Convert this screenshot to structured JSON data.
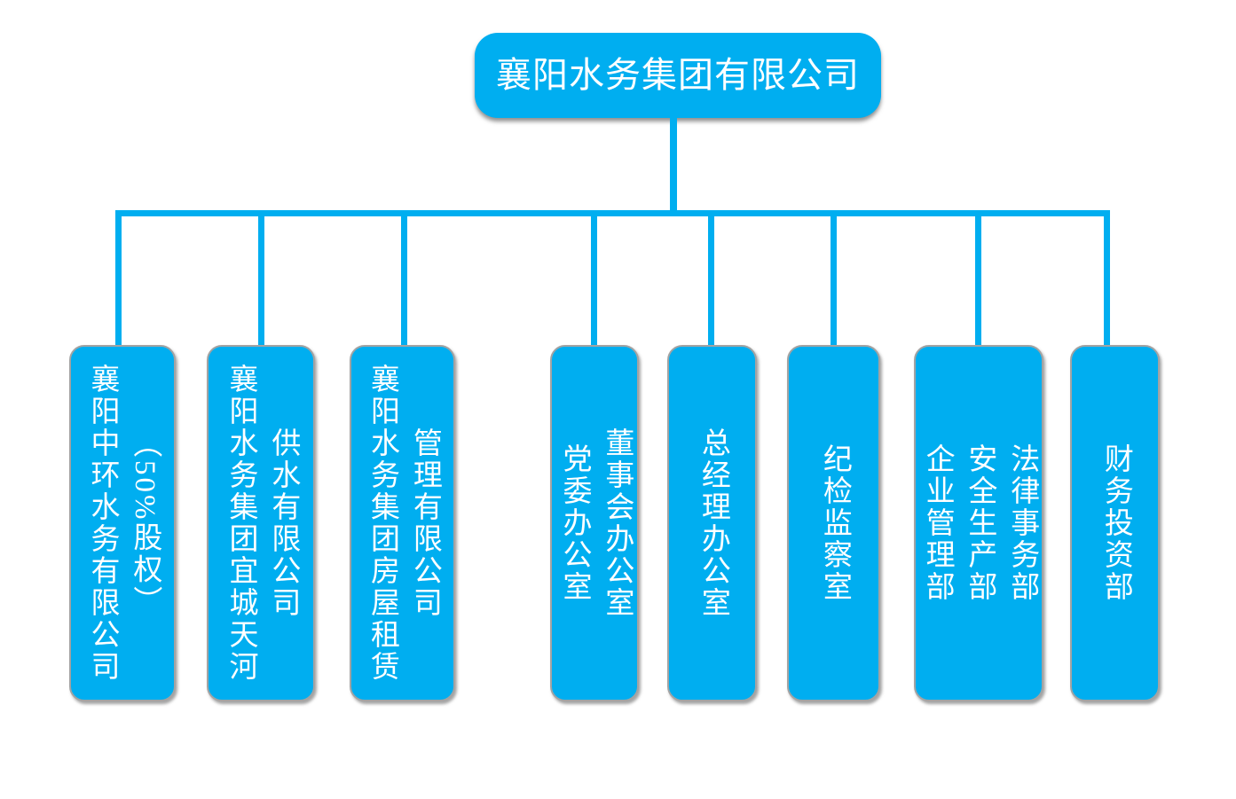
{
  "colors": {
    "accent": "#00AEF0",
    "border": "#A3A3A3",
    "text": "#FFFFFF",
    "background": "#FFFFFF"
  },
  "diagram": {
    "type": "org-chart",
    "root": {
      "id": "xiangyang-water-group",
      "label": "襄阳水务集团有限公司"
    },
    "children": [
      {
        "id": "subsidiary-zhonghuan-water",
        "label": "襄阳中环水务有限公司\n（50%股权）"
      },
      {
        "id": "subsidiary-yicheng-tianhe",
        "label": "襄阳水务集团宜城天河\n供水有限公司"
      },
      {
        "id": "subsidiary-fangwu-zulin",
        "label": "襄阳水务集团房屋租赁\n管理有限公司"
      },
      {
        "id": "office-dangwei-dongshihui",
        "label": "党委办公室\n董事会办公室"
      },
      {
        "id": "office-zongjingli",
        "label": "总经理办公室"
      },
      {
        "id": "office-jijian-jiancha",
        "label": "纪检监察室"
      },
      {
        "id": "dept-qiye-anquan-falv",
        "label": "企业管理部\n安全生产部\n法律事务部"
      },
      {
        "id": "dept-caiwu-touzi",
        "label": "财务投资部"
      }
    ]
  }
}
